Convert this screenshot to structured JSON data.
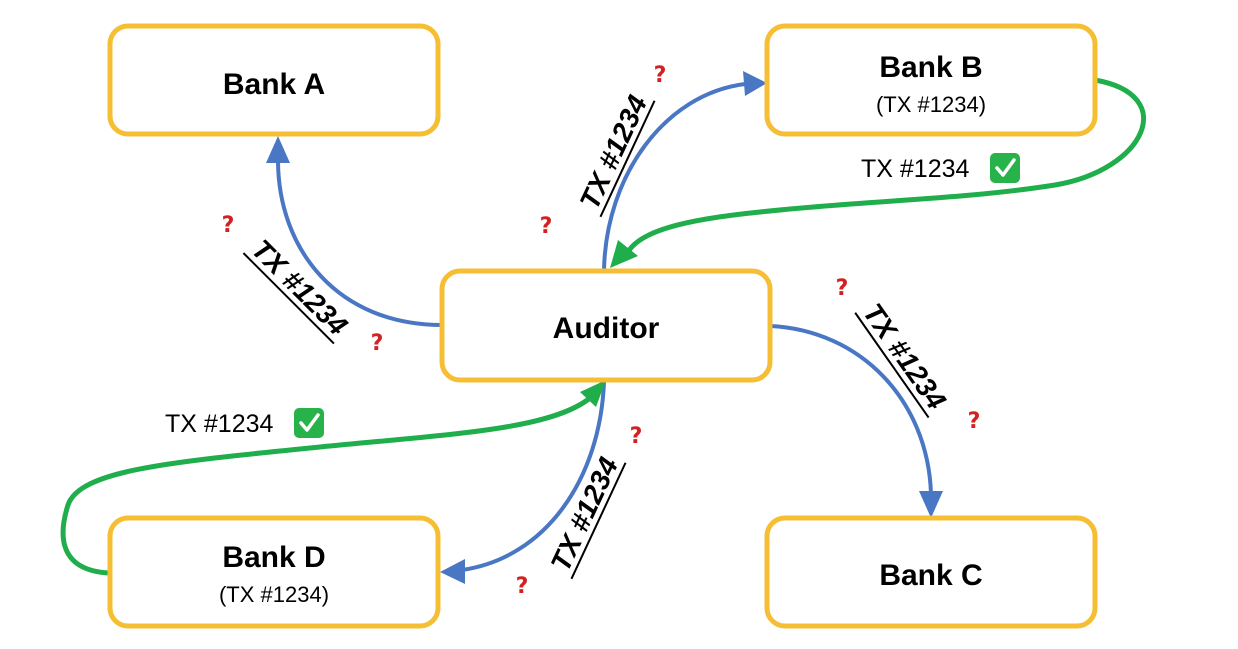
{
  "nodes": {
    "bank_a": {
      "title": "Bank A"
    },
    "bank_b": {
      "title": "Bank B",
      "subtitle": "(TX #1234)"
    },
    "auditor": {
      "title": "Auditor"
    },
    "bank_c": {
      "title": "Bank C"
    },
    "bank_d": {
      "title": "Bank D",
      "subtitle": "(TX #1234)"
    }
  },
  "edges": {
    "to_bank_a": {
      "label": "TX #1234",
      "mark": "?"
    },
    "to_bank_b": {
      "label": "TX #1234",
      "mark": "?"
    },
    "to_bank_c": {
      "label": "TX #1234",
      "mark": "?"
    },
    "to_bank_d": {
      "label": "TX #1234",
      "mark": "?"
    }
  },
  "confirmations": {
    "from_bank_b": {
      "label": "TX #1234",
      "icon": "check-mark-button-icon"
    },
    "from_bank_d": {
      "label": "TX #1234",
      "icon": "check-mark-button-icon"
    }
  },
  "colors": {
    "box_border": "#F6BE33",
    "request_arrow": "#4A77C4",
    "confirmation_arrow": "#1FAE4B",
    "question_mark": "#D42020"
  }
}
